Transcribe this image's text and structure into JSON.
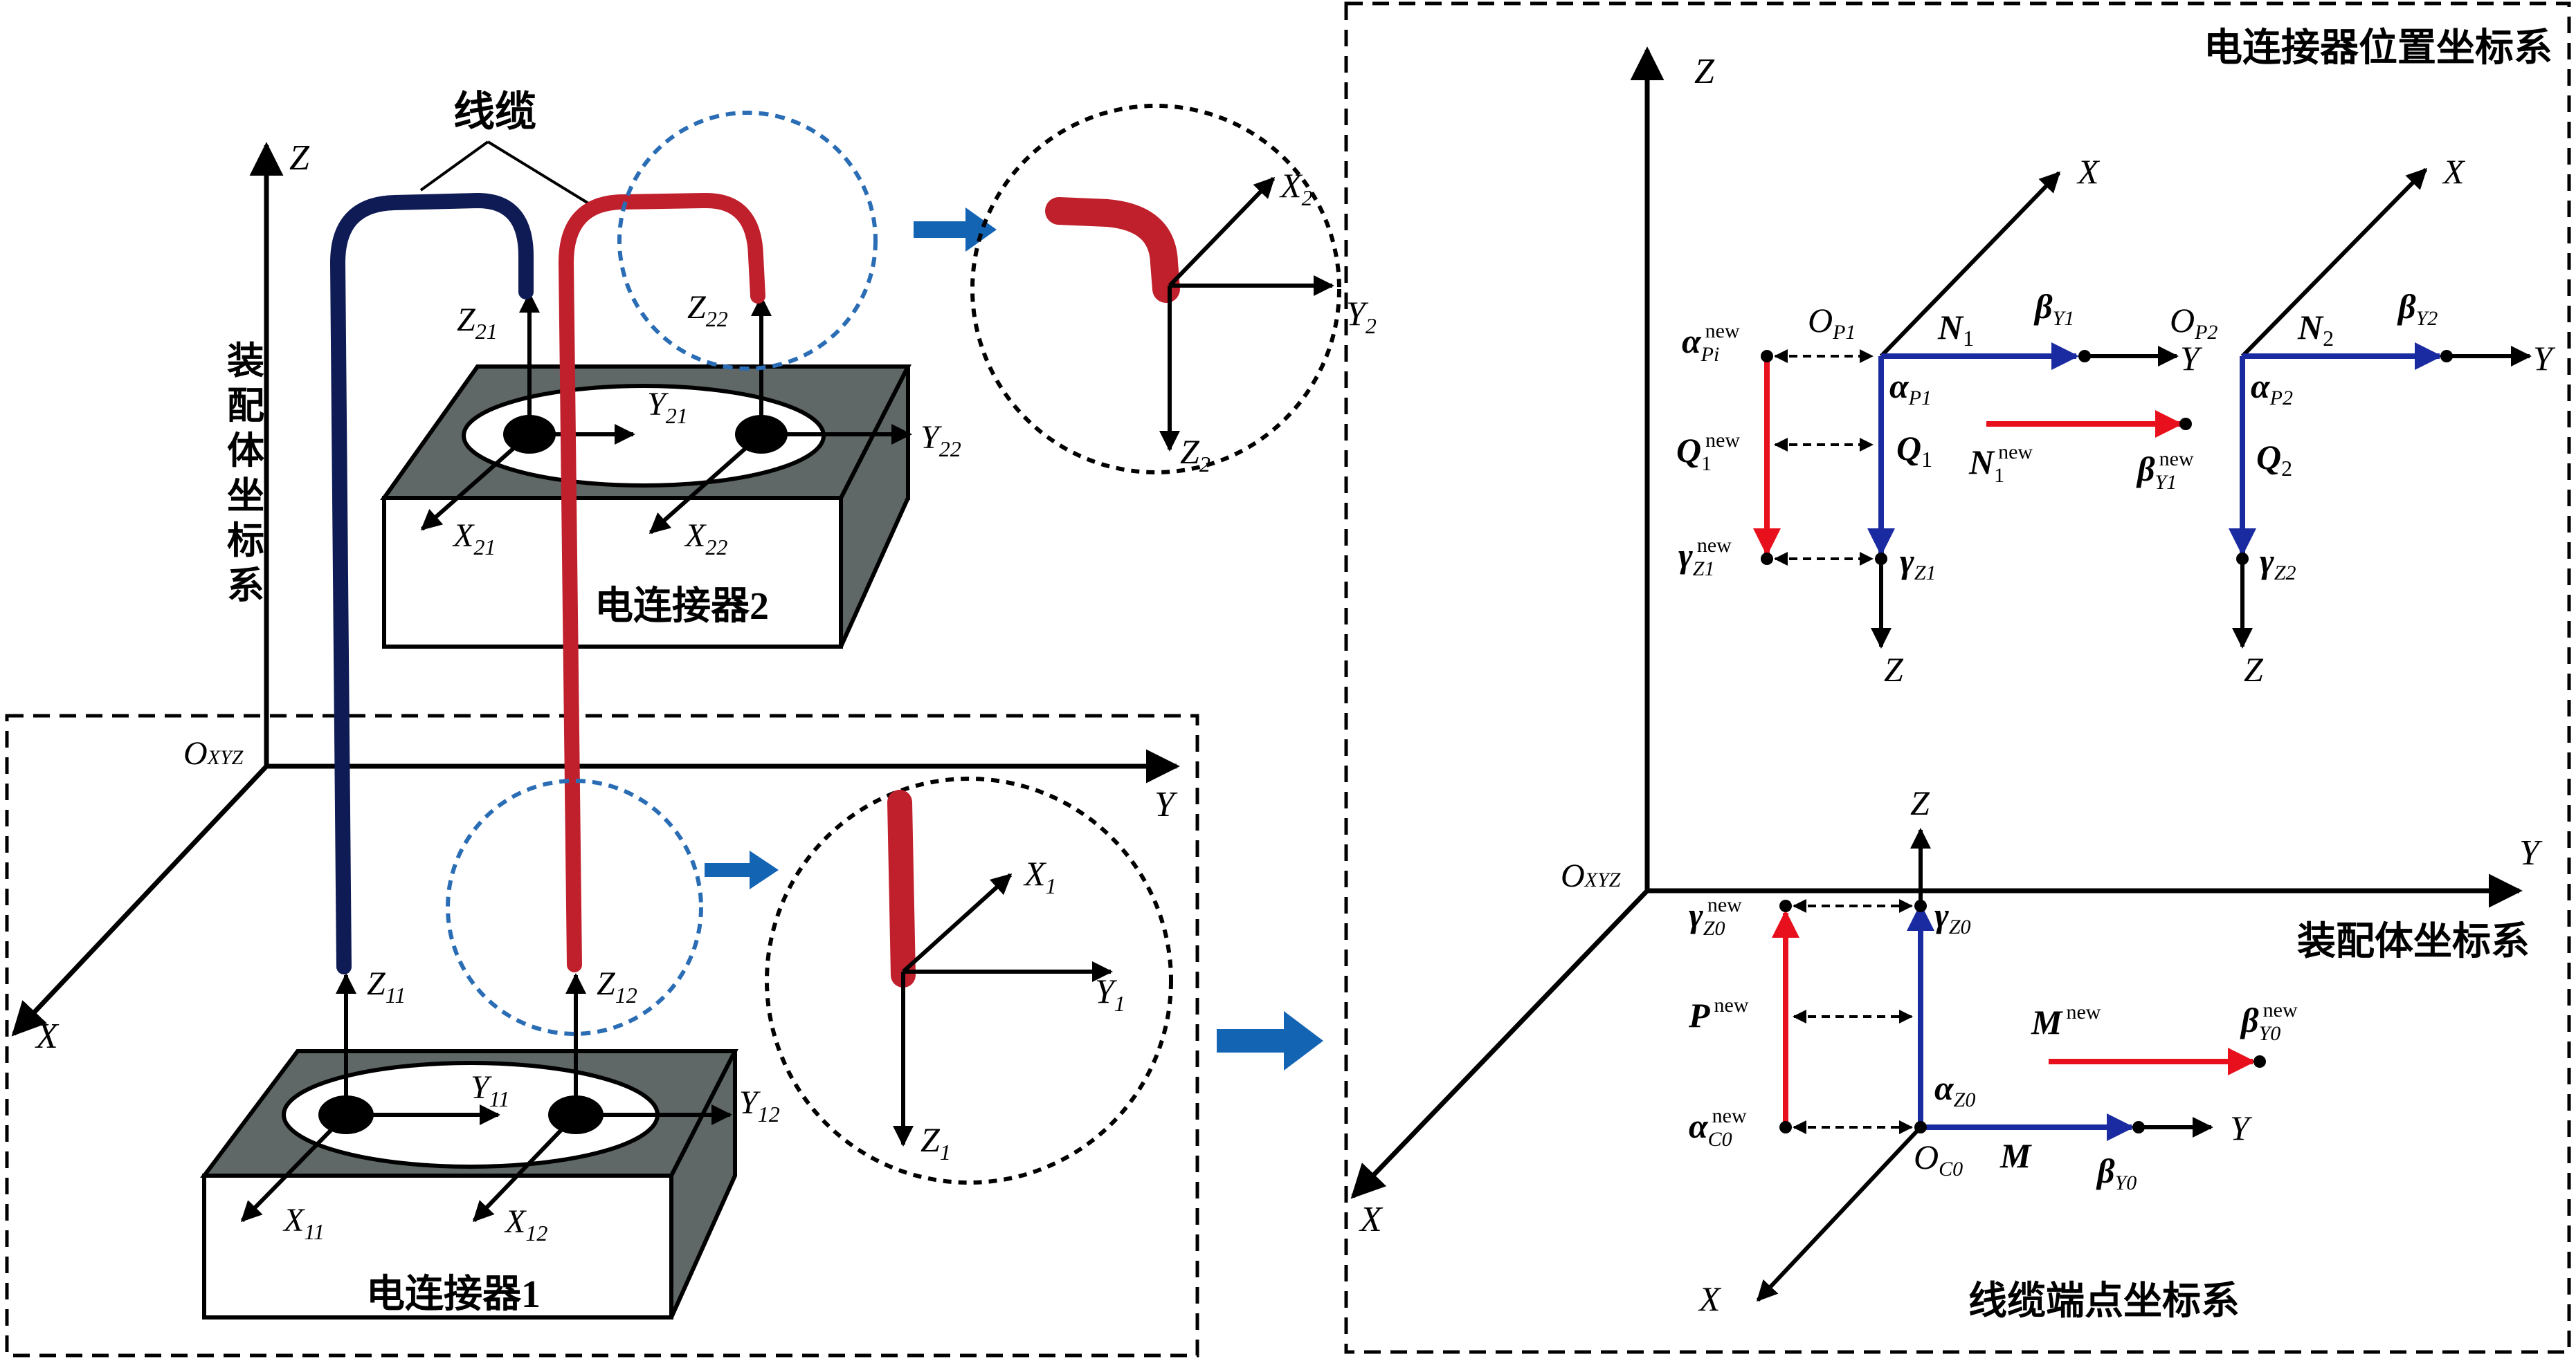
{
  "labels": {
    "cable": "线缆",
    "assembly_axis_vertical": "装配体坐标系",
    "connector1": "电连接器1",
    "connector2": "电连接器2",
    "connector_position_frame": "电连接器位置坐标系",
    "assembly_frame": "装配体坐标系",
    "cable_end_frame": "线缆端点坐标系"
  },
  "axes": {
    "X": "X",
    "Y": "Y",
    "Z": "Z",
    "origin_main": "O",
    "origin_main_sub": "XYZ",
    "X1": "1",
    "Y1": "1",
    "Z1": "1",
    "X2": "2",
    "Y2": "2",
    "Z2": "2",
    "X11": "11",
    "Y11": "11",
    "Z11": "11",
    "X12": "12",
    "Y12": "12",
    "Z12": "12",
    "X21": "21",
    "Y21": "21",
    "Z21": "21",
    "X22": "22",
    "Y22": "22",
    "Z22": "22"
  },
  "vectors": {
    "O": "O",
    "P1": "P1",
    "P2": "P2",
    "C0": "C0",
    "alpha": "α",
    "beta": "β",
    "gamma": "γ",
    "N": "N",
    "Q": "Q",
    "M": "M",
    "P": "P",
    "new": "new",
    "sub_P1": "P1",
    "sub_P2": "P2",
    "sub_Pi": "Pi",
    "sub_Y1": "Y1",
    "sub_Y2": "Y2",
    "sub_Z1": "Z1",
    "sub_Z2": "Z2",
    "sub_Z0": "Z0",
    "sub_Y0": "Y0",
    "sub_C0": "C0",
    "sub_1": "1",
    "sub_2": "2"
  },
  "colors": {
    "cable_navy": "#0f1b55",
    "cable_red": "#c0202c",
    "vector_blue": "#1a2aa0",
    "vector_red": "#e8101c",
    "highlight_circle": "#2a6db5",
    "box_top": "#5f6767",
    "arrow_fill": "#1464b4"
  }
}
